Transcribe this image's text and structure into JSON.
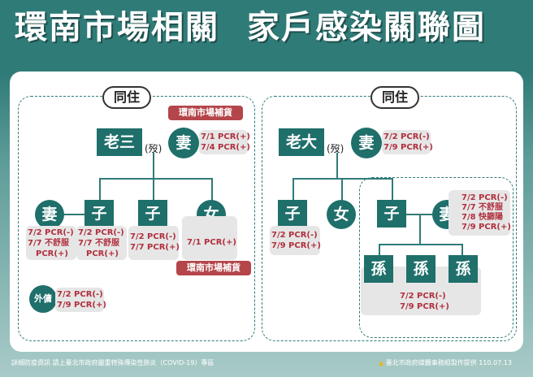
{
  "title": {
    "part1": "環南市場相關",
    "part2": "家戶感染關聯圖"
  },
  "left": {
    "label": "同住",
    "father": {
      "name": "老三",
      "status": "(歿)"
    },
    "wife": {
      "name": "妻",
      "info": [
        "7/1 PCR(+)",
        "7/4 PCR(+)"
      ],
      "tag": "環南市場補貨"
    },
    "children": [
      {
        "name": "妻",
        "info": [
          "7/2 PCR(-)",
          "7/7 不舒服",
          "PCR(+)"
        ]
      },
      {
        "name": "子",
        "info": [
          "7/2 PCR(-)",
          "7/7 不舒服",
          "PCR(+)"
        ]
      },
      {
        "name": "子",
        "info": [
          "7/2 PCR(-)",
          "7/7 PCR(+)"
        ]
      },
      {
        "name": "女",
        "info": [
          "7/1 PCR(+)"
        ],
        "tag": "環南市場補貨"
      }
    ],
    "helper": {
      "name": "外傭",
      "info": [
        "7/2 PCR(-)",
        "7/9 PCR(+)"
      ]
    }
  },
  "right": {
    "label": "同住",
    "father": {
      "name": "老大",
      "status": "(歿)"
    },
    "wife": {
      "name": "妻",
      "info": [
        "7/2 PCR(-)",
        "7/9 PCR(+)"
      ]
    },
    "children": [
      {
        "name": "子",
        "info": [
          "7/2 PCR(-)",
          "7/9 PCR(+)"
        ]
      },
      {
        "name": "女"
      },
      {
        "name": "子"
      },
      {
        "name": "妻",
        "info": [
          "7/2 PCR(-)",
          "7/7 不舒服",
          "7/8 快篩陽",
          "7/9 PCR(+)"
        ]
      }
    ],
    "grandchildren": [
      {
        "name": "孫"
      },
      {
        "name": "孫"
      },
      {
        "name": "孫"
      }
    ],
    "grandchildren_info": [
      "7/2 PCR(-)",
      "7/9 PCR(+)"
    ]
  },
  "footer": {
    "left": "詳細防疫資訊 請上臺北市政府嚴重特殊傳染性肺炎（COVID-19）專區",
    "right": "臺北市政府媒體事務組製作提供 110.07.13"
  }
}
